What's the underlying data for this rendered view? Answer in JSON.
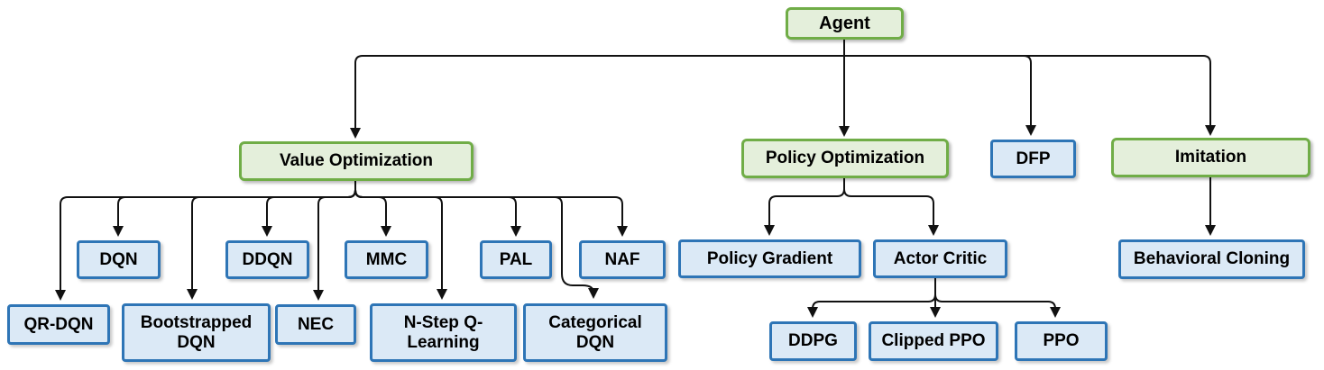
{
  "colors": {
    "green_fill": "#e4efdb",
    "green_border": "#70ad47",
    "blue_fill": "#dbe9f6",
    "blue_border": "#2e75b6",
    "line": "#111111",
    "text": "#000000"
  },
  "nodes": {
    "agent": {
      "label": "Agent",
      "style": "green"
    },
    "value_optimization": {
      "label": "Value Optimization",
      "style": "green"
    },
    "policy_optimization": {
      "label": "Policy Optimization",
      "style": "green"
    },
    "dfp": {
      "label": "DFP",
      "style": "blue"
    },
    "imitation": {
      "label": "Imitation",
      "style": "green"
    },
    "dqn": {
      "label": "DQN",
      "style": "blue"
    },
    "ddqn": {
      "label": "DDQN",
      "style": "blue"
    },
    "mmc": {
      "label": "MMC",
      "style": "blue"
    },
    "pal": {
      "label": "PAL",
      "style": "blue"
    },
    "naf": {
      "label": "NAF",
      "style": "blue"
    },
    "qr_dqn": {
      "label": "QR-DQN",
      "style": "blue"
    },
    "bootstrapped_dqn": {
      "label": "Bootstrapped DQN",
      "style": "blue"
    },
    "nec": {
      "label": "NEC",
      "style": "blue"
    },
    "n_step_q_learning": {
      "label": "N-Step Q-Learning",
      "style": "blue"
    },
    "categorical_dqn": {
      "label": "Categorical DQN",
      "style": "blue"
    },
    "policy_gradient": {
      "label": "Policy Gradient",
      "style": "blue"
    },
    "actor_critic": {
      "label": "Actor Critic",
      "style": "blue"
    },
    "ddpg": {
      "label": "DDPG",
      "style": "blue"
    },
    "clipped_ppo": {
      "label": "Clipped PPO",
      "style": "blue"
    },
    "ppo": {
      "label": "PPO",
      "style": "blue"
    },
    "behavioral_cloning": {
      "label": "Behavioral Cloning",
      "style": "blue"
    }
  },
  "hierarchy": {
    "agent": [
      "value_optimization",
      "policy_optimization",
      "dfp",
      "imitation"
    ],
    "value_optimization": [
      "qr_dqn",
      "dqn",
      "bootstrapped_dqn",
      "ddqn",
      "nec",
      "mmc",
      "n_step_q_learning",
      "pal",
      "categorical_dqn",
      "naf"
    ],
    "policy_optimization": [
      "policy_gradient",
      "actor_critic"
    ],
    "actor_critic": [
      "ddpg",
      "clipped_ppo",
      "ppo"
    ],
    "imitation": [
      "behavioral_cloning"
    ]
  }
}
